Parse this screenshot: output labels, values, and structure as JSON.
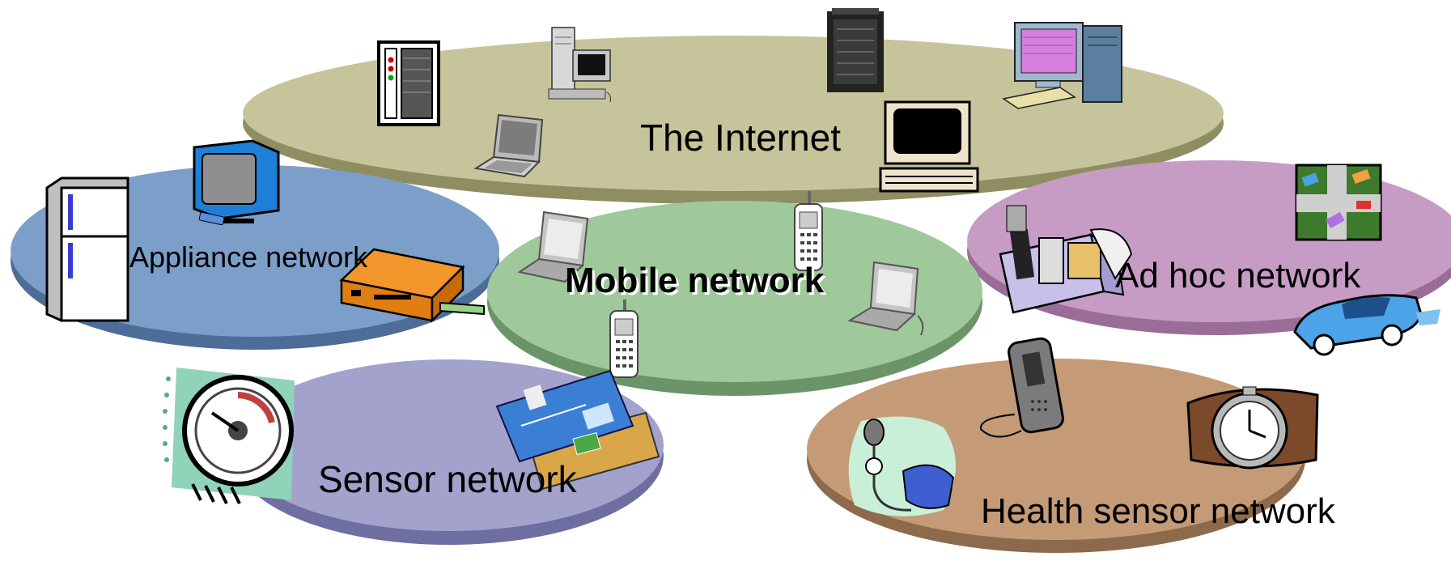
{
  "diagram": {
    "networks": [
      {
        "id": "internet",
        "label": "The Internet",
        "color": "#c6c49a"
      },
      {
        "id": "appliance",
        "label": "Appliance network",
        "color": "#7b9fc8"
      },
      {
        "id": "mobile",
        "label": "Mobile network",
        "color": "#9fc89b"
      },
      {
        "id": "adhoc",
        "label": "Ad hoc network",
        "color": "#c79cc4"
      },
      {
        "id": "sensor",
        "label": "Sensor network",
        "color": "#a2a2cc"
      },
      {
        "id": "health",
        "label": "Health sensor network",
        "color": "#c49a77"
      }
    ],
    "icons": [
      "server-rack-icon",
      "desktop-pc-icon",
      "mainframe-icon",
      "workstation-icon",
      "laptop-icon",
      "terminal-icon",
      "refrigerator-icon",
      "television-icon",
      "remote-control-icon",
      "set-top-box-icon",
      "laptop-icon",
      "cellphone-icon",
      "toolbox-icon",
      "traffic-map-icon",
      "car-icon",
      "pressure-gauge-icon",
      "credit-card-icon",
      "blood-pressure-icon",
      "voice-recorder-icon",
      "wristwatch-icon"
    ]
  }
}
